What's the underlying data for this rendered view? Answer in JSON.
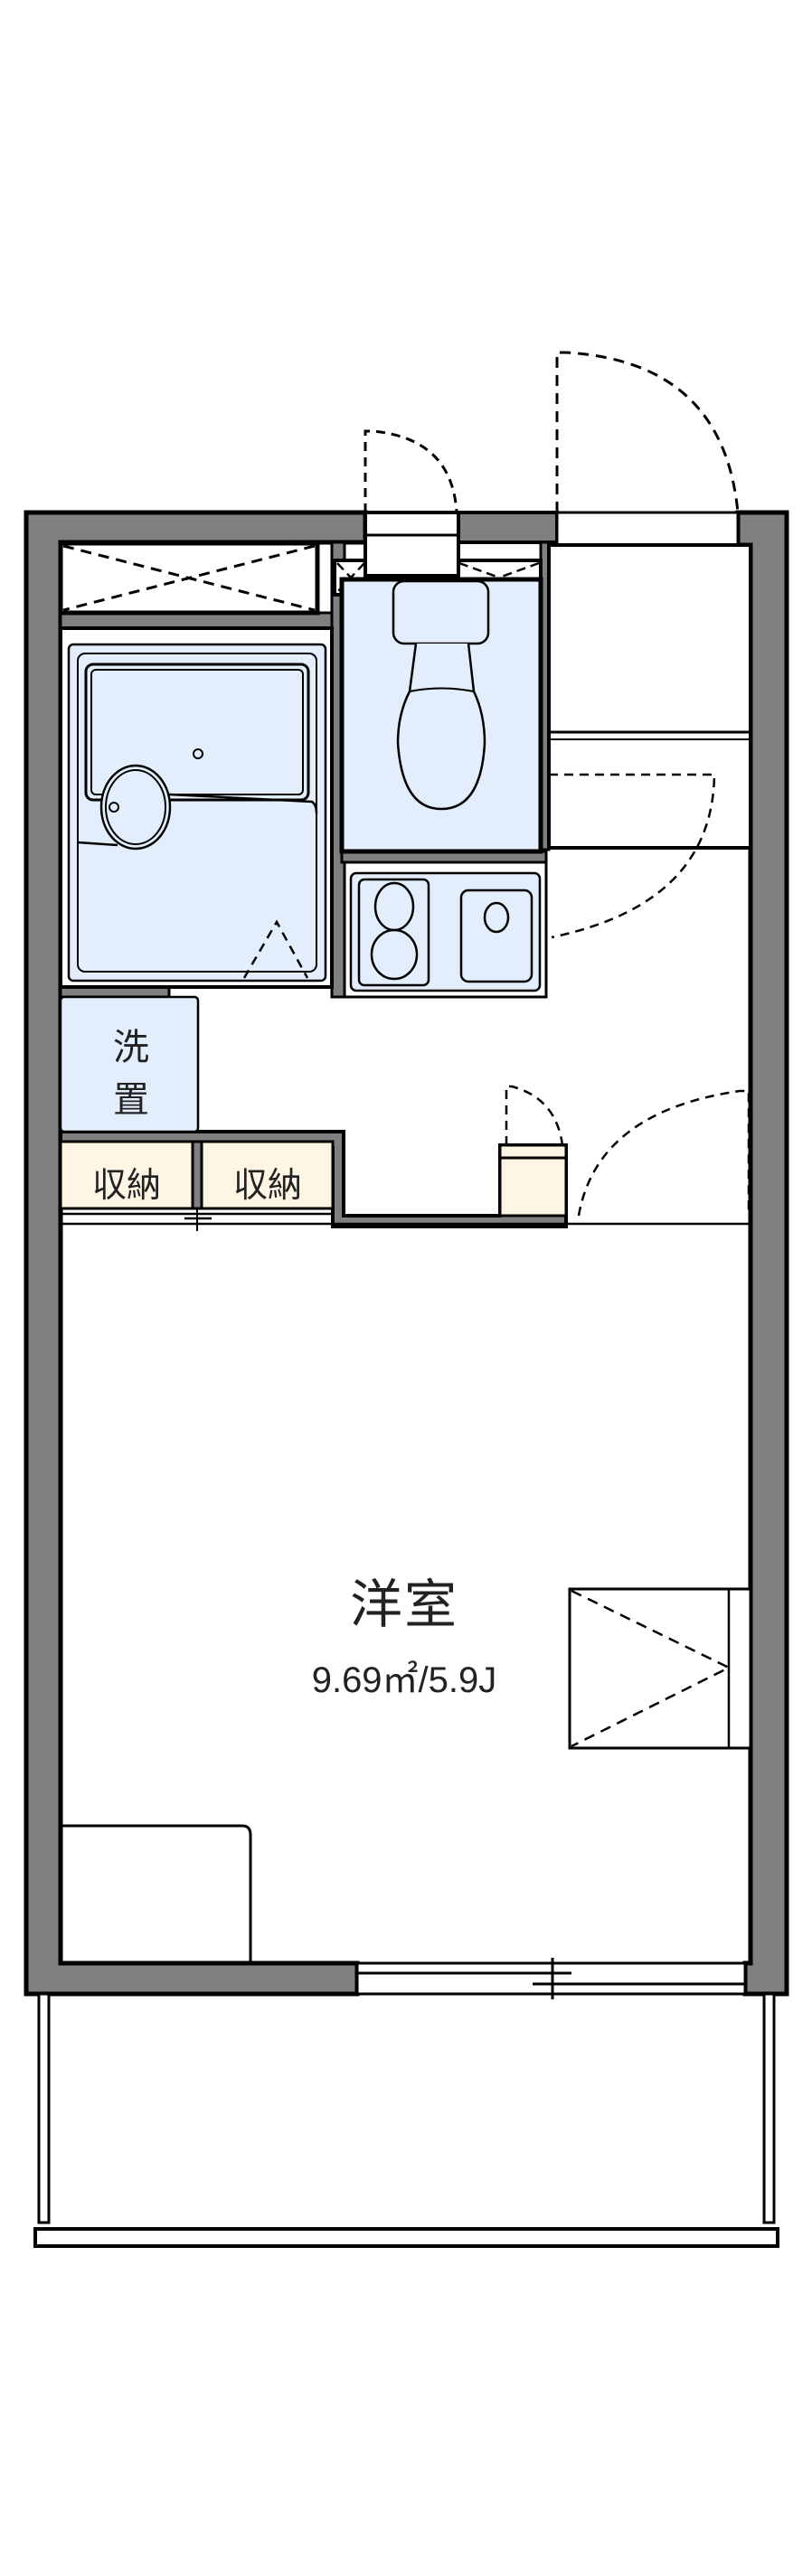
{
  "floorplan": {
    "main_room": {
      "name": "洋室",
      "area": "9.69㎡/5.9J"
    },
    "washer_area": {
      "line1": "洗",
      "line2": "置"
    },
    "storage": [
      {
        "label": "収納"
      },
      {
        "label": "収納"
      }
    ],
    "colors": {
      "wall": "#808083",
      "wet_area": "#e3eefc",
      "storage_fill": "#fef5e4",
      "line": "#000000"
    }
  }
}
